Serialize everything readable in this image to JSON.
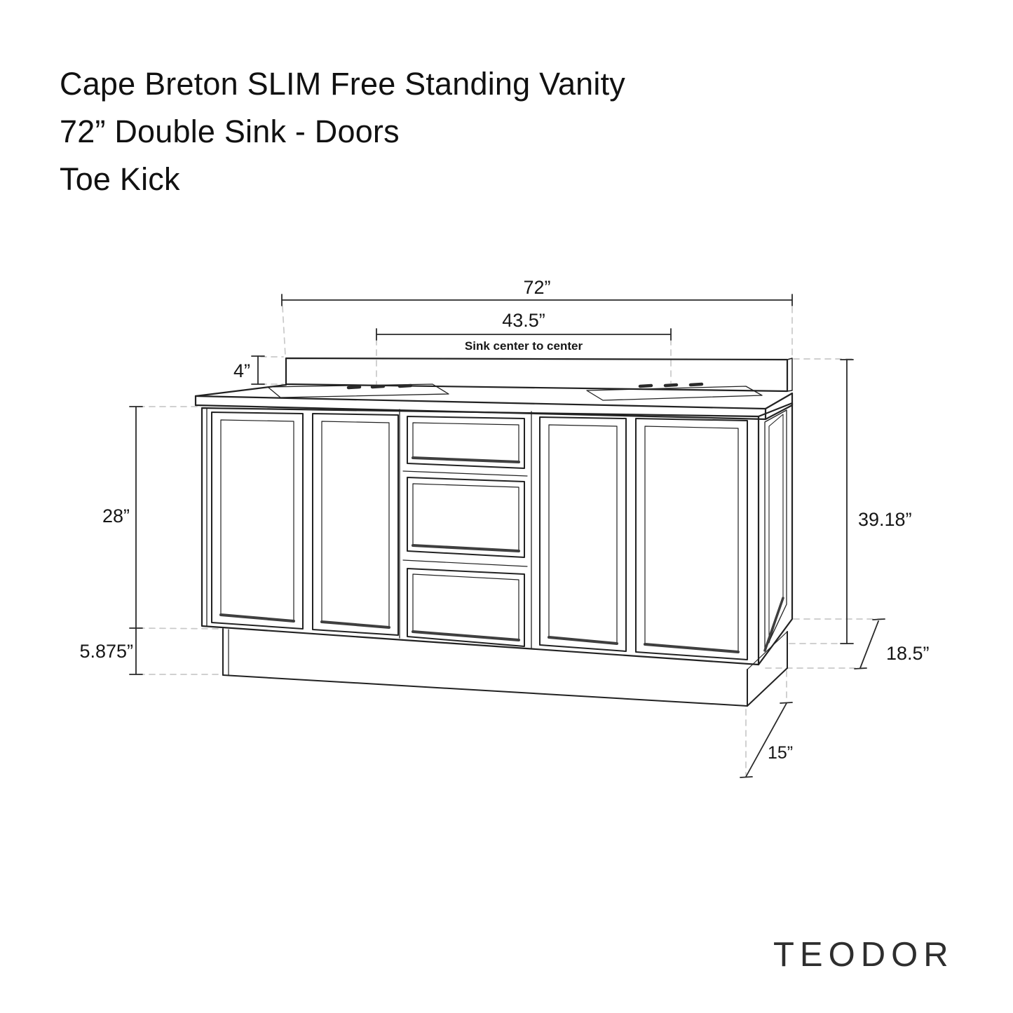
{
  "title": {
    "line1": "Cape Breton SLIM Free Standing Vanity",
    "line2": "72” Double Sink - Doors",
    "line3": "Toe Kick"
  },
  "dimensions": {
    "overall_width": "72”",
    "sink_center_to_center": "43.5”",
    "sink_center_note": "Sink center to center",
    "backsplash_height": "4”",
    "cabinet_height": "28”",
    "toe_kick_height": "5.875”",
    "overall_height": "39.18”",
    "overall_depth": "18.5”",
    "toe_kick_depth": "15”"
  },
  "logo": "TEODOR",
  "colors": {
    "line": "#222222",
    "dashed": "#c9c9c9",
    "shade": "#3f3f3f",
    "text": "#161616"
  }
}
